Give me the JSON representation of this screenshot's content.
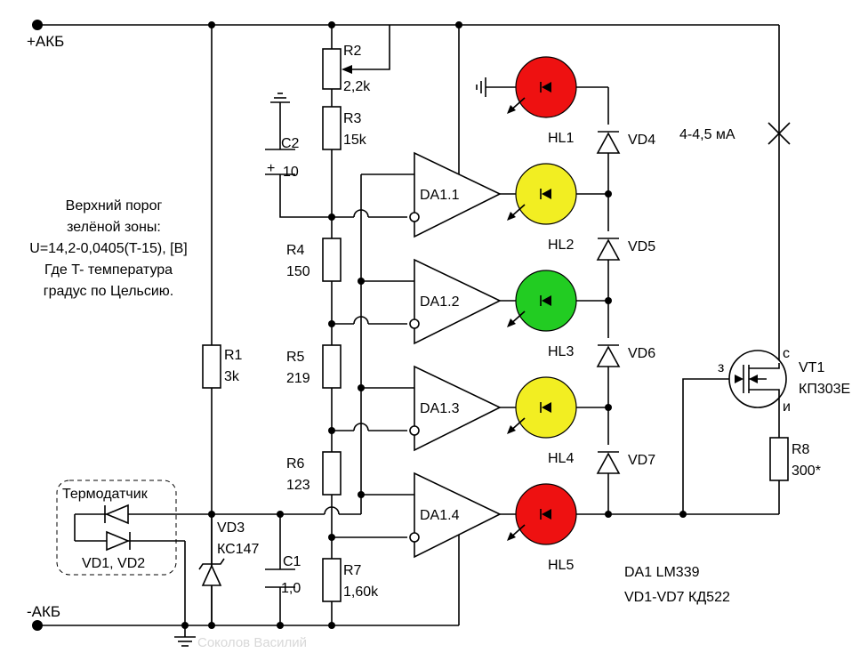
{
  "rails": {
    "plus": "+АКБ",
    "minus": "-АКБ"
  },
  "note": [
    "Верхний порог",
    "зелёной зоны:",
    "U=14,2-0,0405(T-15), [B]",
    "Где T- температура",
    "градус по Цельсию."
  ],
  "resistors": {
    "r1": {
      "ref": "R1",
      "val": "3k"
    },
    "r2": {
      "ref": "R2",
      "val": "2,2k"
    },
    "r3": {
      "ref": "R3",
      "val": "15k"
    },
    "r4": {
      "ref": "R4",
      "val": "150"
    },
    "r5": {
      "ref": "R5",
      "val": "219"
    },
    "r6": {
      "ref": "R6",
      "val": "123"
    },
    "r7": {
      "ref": "R7",
      "val": "1,60k"
    },
    "r8": {
      "ref": "R8",
      "val": "300*"
    }
  },
  "capacitors": {
    "c1": {
      "ref": "C1",
      "val": "1,0"
    },
    "c2": {
      "ref": "C2",
      "val": "10",
      "plus": "+"
    }
  },
  "comparators": [
    "DA1.1",
    "DA1.2",
    "DA1.3",
    "DA1.4"
  ],
  "leds": [
    {
      "ref": "HL1",
      "color": "#ee1111"
    },
    {
      "ref": "HL2",
      "color": "#f2ee22"
    },
    {
      "ref": "HL3",
      "color": "#22cc22"
    },
    {
      "ref": "HL4",
      "color": "#f2ee22"
    },
    {
      "ref": "HL5",
      "color": "#ee1111"
    }
  ],
  "diodes": [
    "VD4",
    "VD5",
    "VD6",
    "VD7"
  ],
  "sensor": {
    "title": "Термодатчик",
    "label": "VD1, VD2"
  },
  "zener": {
    "ref": "VD3",
    "val": "КС147"
  },
  "transistor": {
    "ref": "VT1",
    "type": "КП303Е",
    "pin_gate": "з",
    "pin_drain": "с",
    "pin_source": "и"
  },
  "current": "4-4,5 мА",
  "parts_list": [
    "DA1 LM339",
    "VD1-VD7 КД522"
  ],
  "watermark": "Соколов Василий"
}
